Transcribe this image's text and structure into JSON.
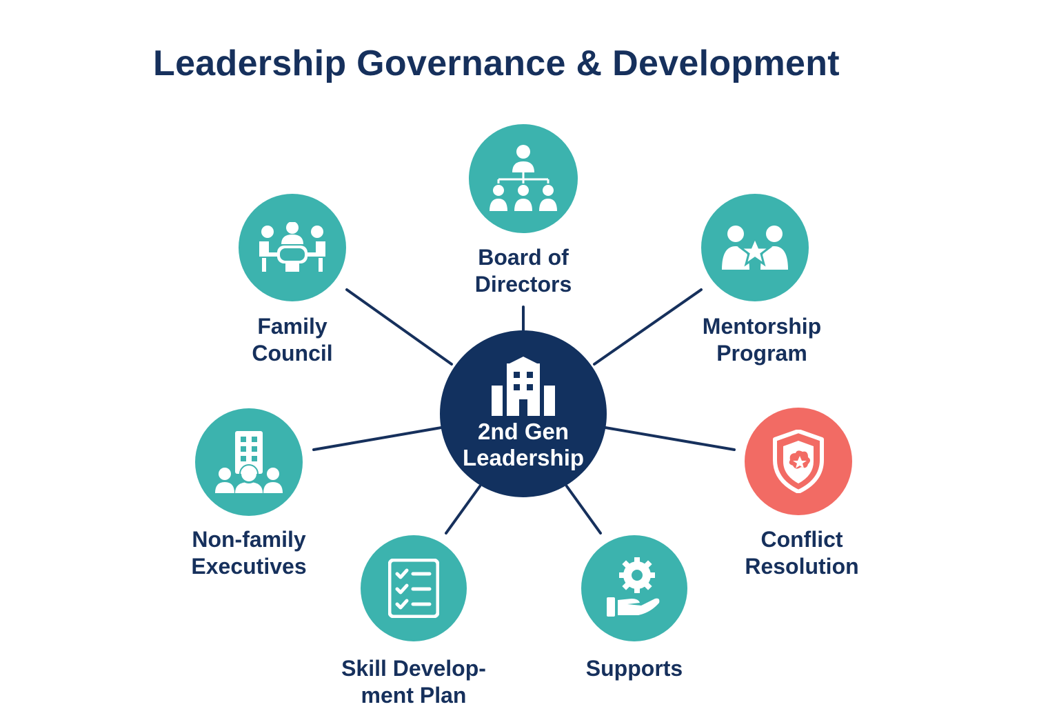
{
  "title": "Leadership Governance & Development",
  "colors": {
    "navy": "#12315f",
    "teal": "#3cb3ae",
    "coral": "#f26b64",
    "text": "#16305c"
  },
  "center": {
    "label": "2nd Gen\nLeadership",
    "icon": "building-icon"
  },
  "nodes": {
    "board": {
      "label": "Board of\nDirectors",
      "icon": "org-chart-icon"
    },
    "family_council": {
      "label": "Family\nCouncil",
      "icon": "meeting-table-icon"
    },
    "mentorship": {
      "label": "Mentorship\nProgram",
      "icon": "people-star-icon"
    },
    "non_family": {
      "label": "Non-family\nExecutives",
      "icon": "building-people-icon"
    },
    "conflict": {
      "label": "Conflict\nResolution",
      "icon": "shield-icon"
    },
    "skill": {
      "label": "Skill Develop-\nment Plan",
      "icon": "checklist-icon"
    },
    "supports": {
      "label": "Supports",
      "icon": "hand-gear-icon"
    }
  }
}
